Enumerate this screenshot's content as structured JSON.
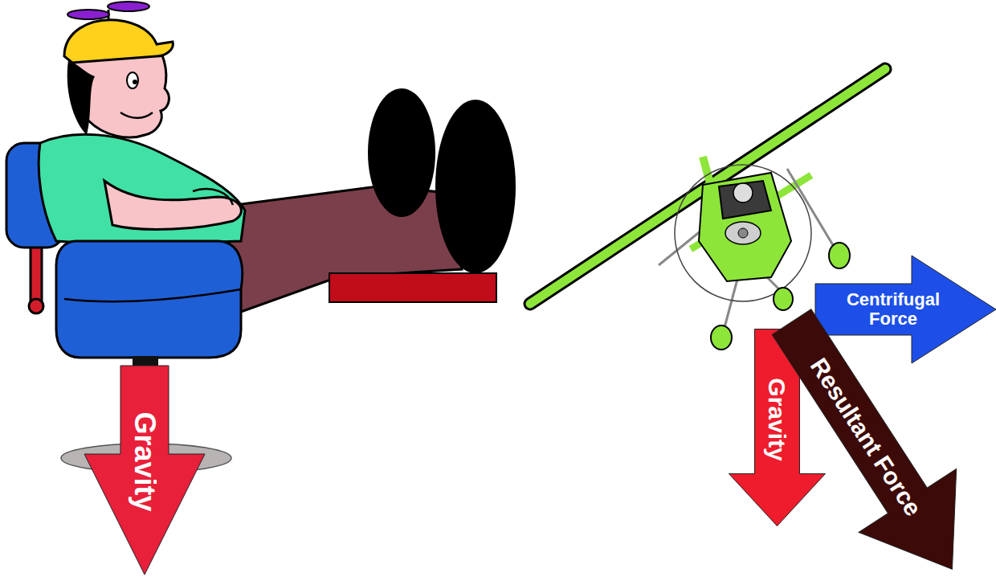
{
  "diagram": {
    "nodes": [
      {
        "text": [
          "Gravity"
        ]
      },
      {
        "text": [
          "Centrifugal Force"
        ]
      },
      {
        "text": [
          "Gravity"
        ]
      },
      {
        "text": [
          "Resultant Force"
        ]
      }
    ]
  }
}
